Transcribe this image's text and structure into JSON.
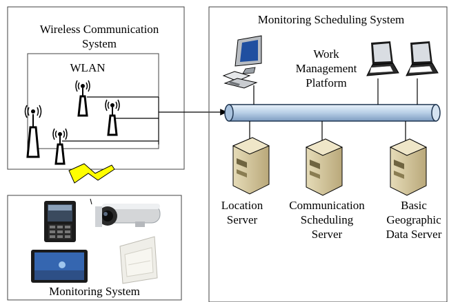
{
  "wireless": {
    "title_line1": "Wireless Communication",
    "title_line2": "System",
    "wlan_label": "WLAN"
  },
  "scheduling": {
    "title": "Monitoring Scheduling System",
    "platform_line1": "Work",
    "platform_line2": "Management",
    "platform_line3": "Platform",
    "servers": [
      {
        "lines": [
          "Location",
          "Server"
        ]
      },
      {
        "lines": [
          "Communication",
          "Scheduling",
          "Server"
        ]
      },
      {
        "lines": [
          "Basic",
          "Geographic",
          "Data Server"
        ]
      }
    ]
  },
  "monitoring": {
    "title": "Monitoring System"
  },
  "colors": {
    "bus_fill": "#c9dcee",
    "lightning": "#ffff00",
    "border": "#404040"
  }
}
